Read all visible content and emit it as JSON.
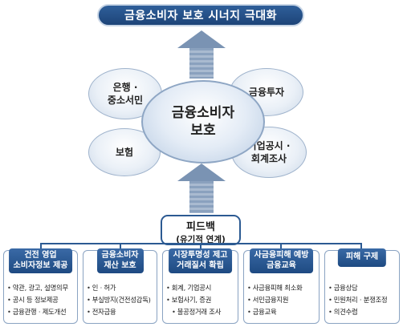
{
  "banner": {
    "title": "금융소비자 보호 시너지 극대화"
  },
  "center": {
    "line1": "금융소비자",
    "line2": "보호"
  },
  "satellites": {
    "top_left": {
      "line1": "은행 ·",
      "line2": "중소서민"
    },
    "top_right": {
      "line1": "금융투자"
    },
    "bottom_left": {
      "line1": "보험"
    },
    "bottom_right": {
      "line1": "기업공시 ·",
      "line2": "회계조사"
    }
  },
  "feedback": {
    "title": "피드백",
    "subtitle": "(유기적 연계)"
  },
  "cards": [
    {
      "header": [
        "건전 영업",
        "소비자정보 제공"
      ],
      "items": [
        "약관, 광고, 설명의무",
        "공시 등 정보제공",
        "금융관행 · 제도개선"
      ]
    },
    {
      "header": [
        "금융소비자",
        "재산 보호"
      ],
      "items": [
        "인 · 허가",
        "부실방지(건전성감독)",
        "전자금융"
      ]
    },
    {
      "header": [
        "시장투명성 제고",
        "거래질서 확립"
      ],
      "items": [
        "회계, 기업공시",
        "보험사기, 증권",
        "불공정거래 조사"
      ]
    },
    {
      "header": [
        "사금융피해 예방",
        "금융교육"
      ],
      "items": [
        "사금융피해 최소화",
        "서민금융지원",
        "금융교육"
      ]
    },
    {
      "header": [
        "피해 구제"
      ],
      "items": [
        "금융상담",
        "민원처리 · 분쟁조정",
        "의견수렴"
      ]
    }
  ],
  "colors": {
    "header_blue": "#1e4a82",
    "arrow_gray_blue": "#7a93b3"
  }
}
